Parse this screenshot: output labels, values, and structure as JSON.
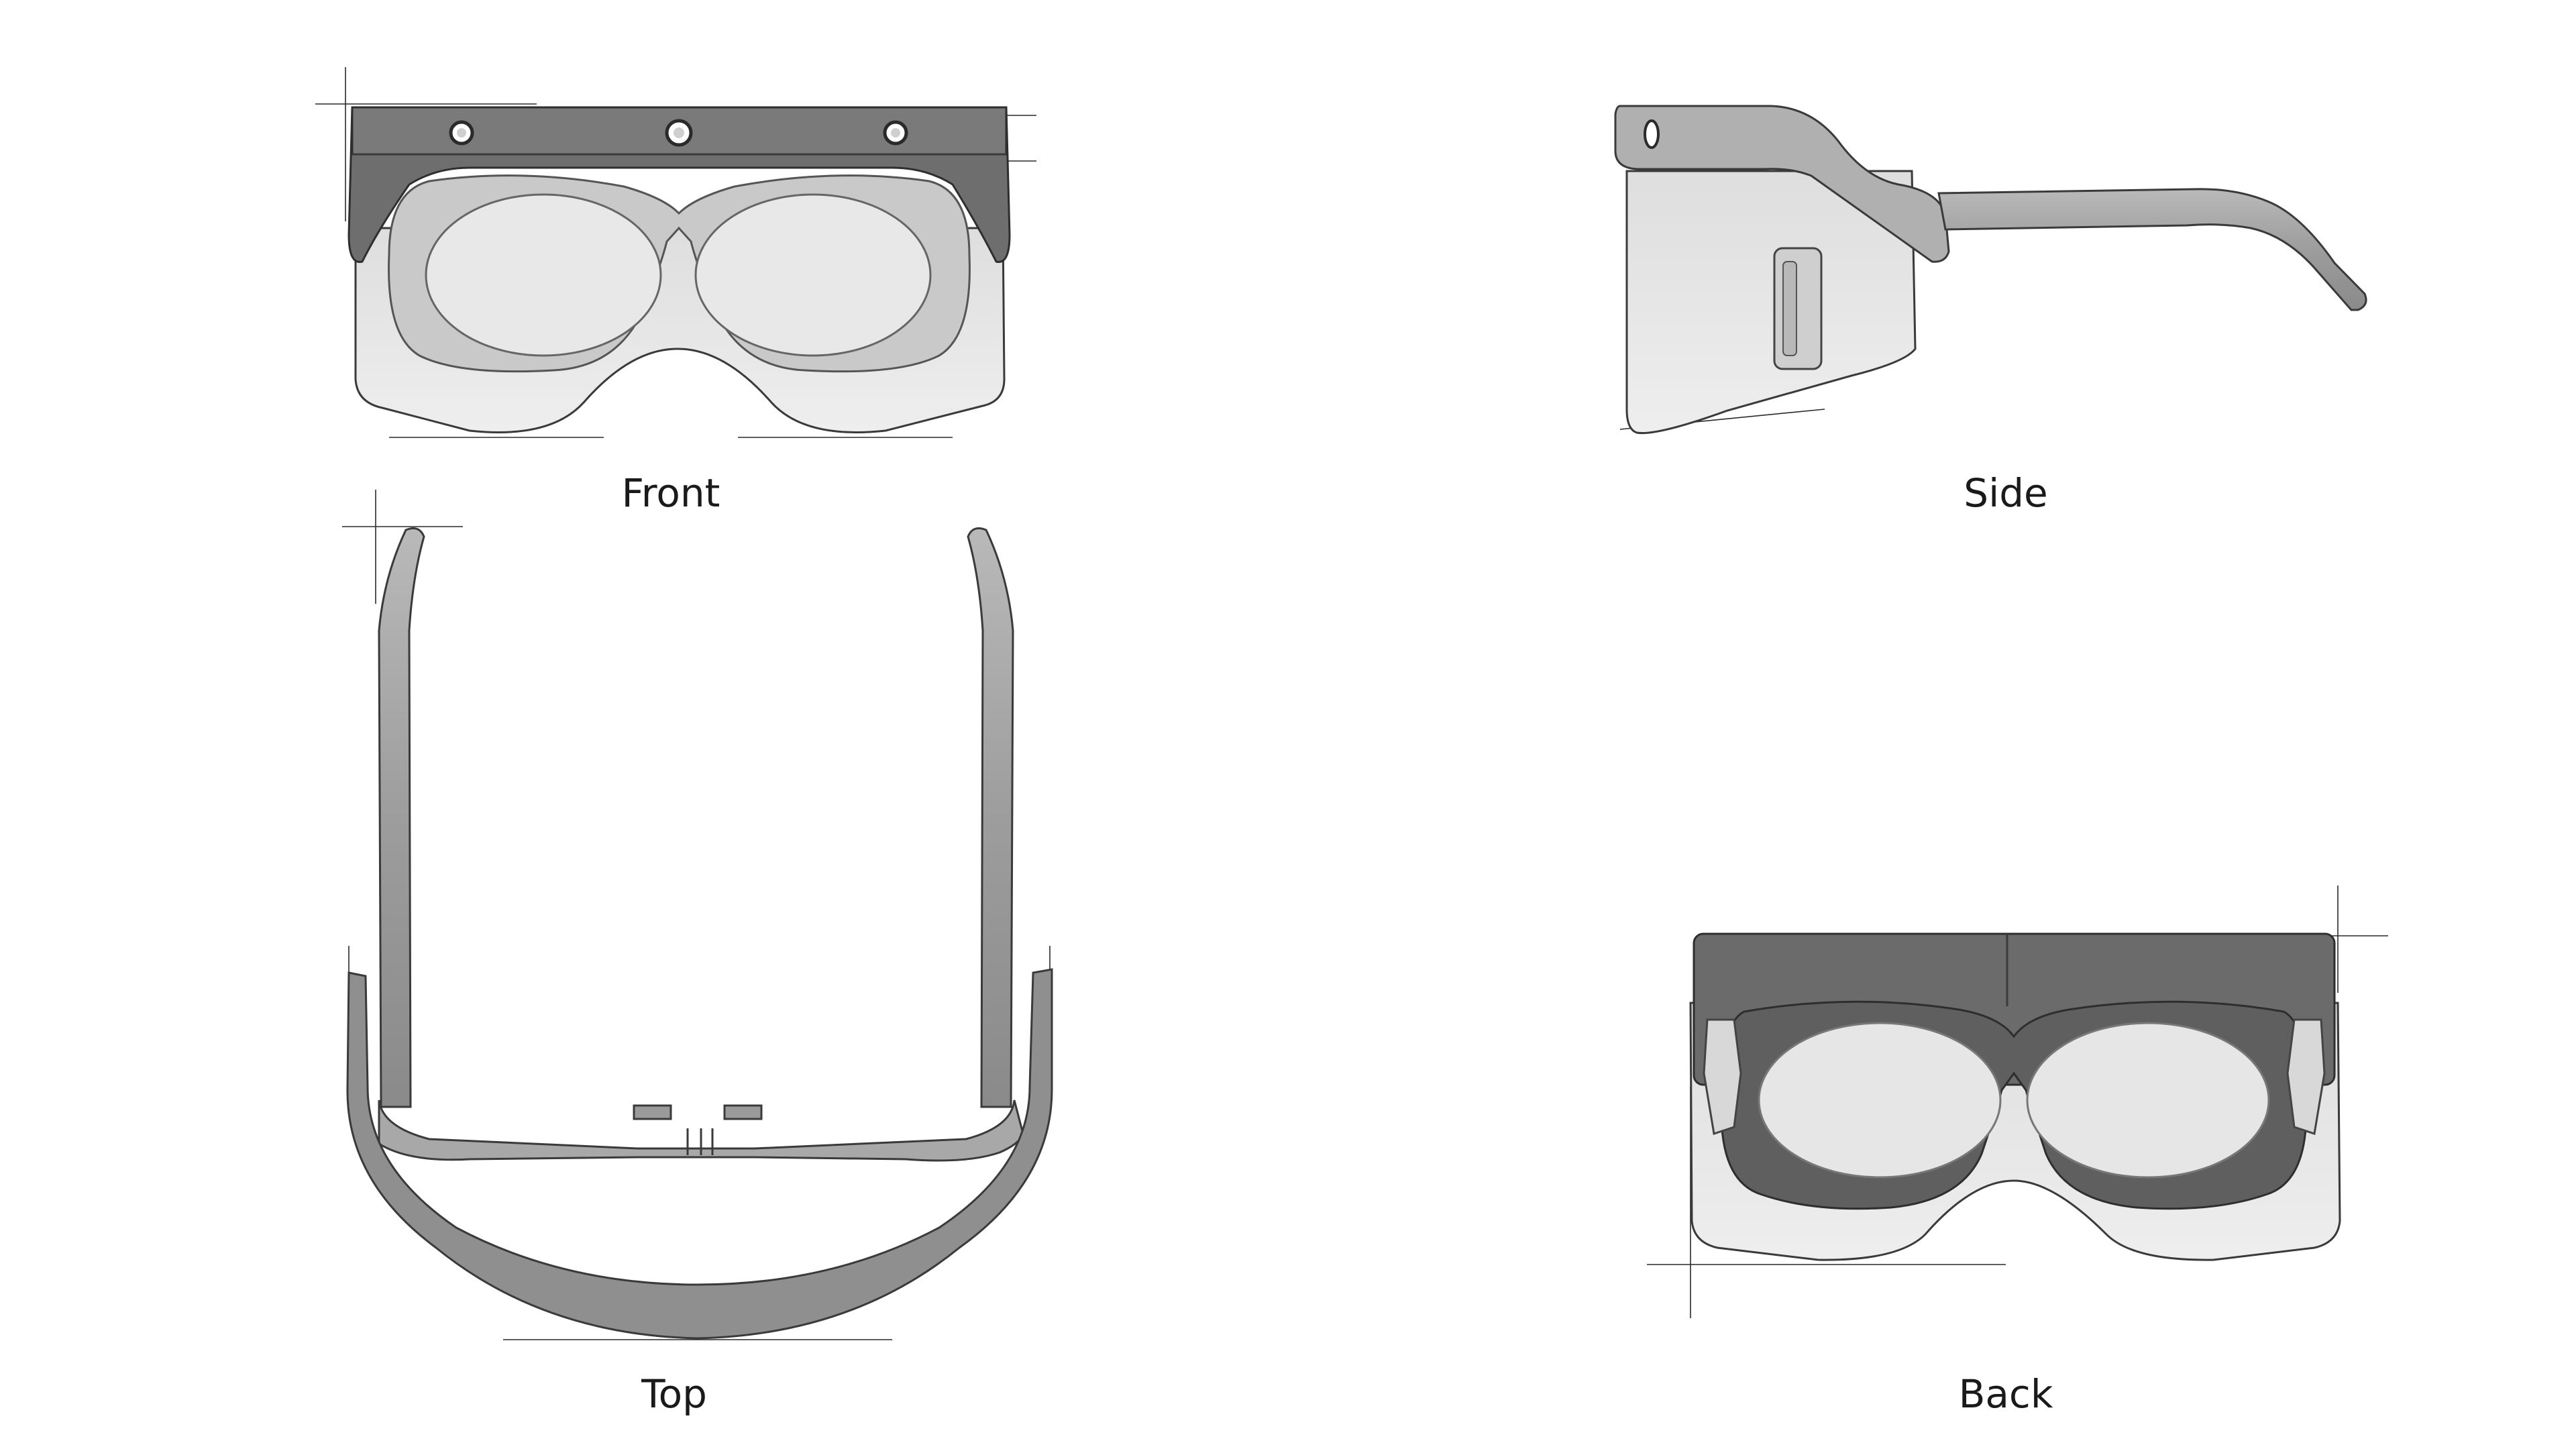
{
  "views": {
    "front": {
      "label": "Front"
    },
    "side": {
      "label": "Side"
    },
    "top": {
      "label": "Top"
    },
    "back": {
      "label": "Back"
    }
  },
  "colors": {
    "background": "#ffffff",
    "band_dark": "#6b6b6b",
    "band_mid": "#8a8a8a",
    "arm_gray": "#9a9a9a",
    "shield_light": "#e6e6e6",
    "lens_fill": "#e9e9e9",
    "frame_light": "#c8c8c8",
    "frame_dark": "#5f5f5f",
    "edge": "#3a3a3a"
  },
  "icons": [
    "sensor-icon",
    "hinge-icon"
  ]
}
